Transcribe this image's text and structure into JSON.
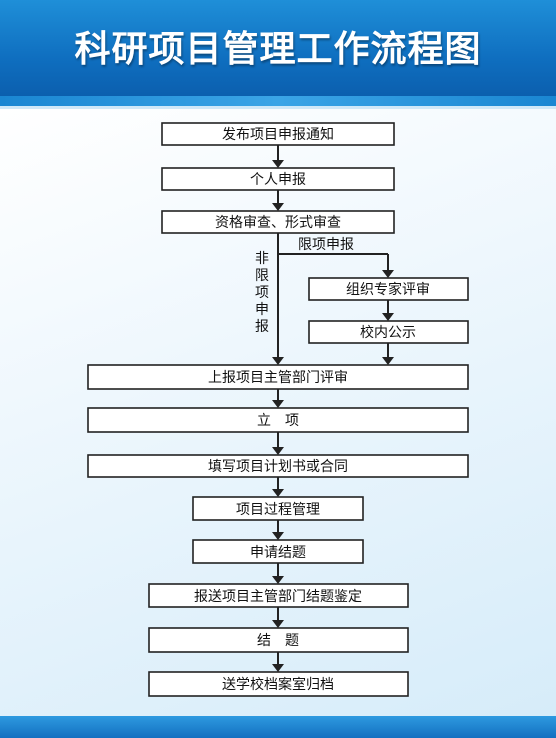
{
  "title": "科研项目管理工作流程图",
  "colors": {
    "header_blue": "#0f6fc0",
    "accent_blue": "#1a86d2",
    "line": "#222222"
  },
  "steps": {
    "publish_notice": "发布项目申报通知",
    "individual_apply": "个人申报",
    "review": "资格审查、形式审查",
    "branch_limited": "限项申报",
    "expert_review": "组织专家评审",
    "publicity": "校内公示",
    "branch_non_limited": "非限项申报",
    "report_dept": "上报项目主管部门评审",
    "establish": "立　项",
    "fill_contract": "填写项目计划书或合同",
    "process_mgmt": "项目过程管理",
    "apply_conclusion": "申请结题",
    "report_conclusion": "报送项目主管部门结题鉴定",
    "conclusion": "结　题",
    "archive": "送学校档案室归档"
  }
}
